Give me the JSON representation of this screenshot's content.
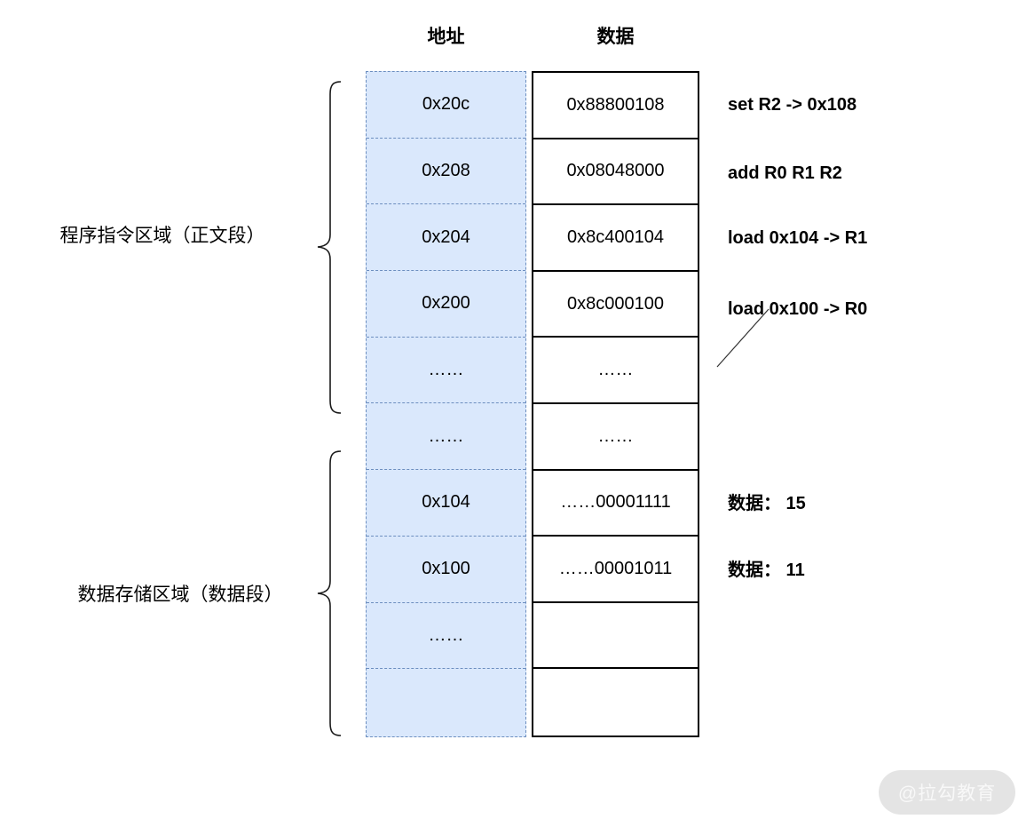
{
  "header": {
    "address": "地址",
    "data": "数据"
  },
  "memory_table": {
    "rows": [
      {
        "address": "0x20c",
        "data": "0x88800108"
      },
      {
        "address": "0x208",
        "data": "0x08048000"
      },
      {
        "address": "0x204",
        "data": "0x8c400104"
      },
      {
        "address": "0x200",
        "data": "0x8c000100"
      },
      {
        "address": "……",
        "data": "……"
      },
      {
        "address": "……",
        "data": "……"
      },
      {
        "address": "0x104",
        "data": "……00001111"
      },
      {
        "address": "0x100",
        "data": "……00001011"
      },
      {
        "address": "……",
        "data": ""
      },
      {
        "address": "",
        "data": ""
      }
    ]
  },
  "section_labels": {
    "text_segment": "程序指令区域（正文段）",
    "data_segment": "数据存储区域（数据段）"
  },
  "annotations": [
    {
      "text": "set R2 -> 0x108"
    },
    {
      "text": "add R0 R1 R2"
    },
    {
      "text": "load 0x104 -> R1"
    },
    {
      "text": "load 0x100 -> R0"
    },
    {
      "text": "数据： 15"
    },
    {
      "text": "数据： 11"
    }
  ],
  "watermark": {
    "text": "@拉勾教育"
  },
  "colors": {
    "address_fill": "#dae8fc",
    "address_border": "#6c8ebf",
    "data_border": "#000000",
    "text": "#000000",
    "watermark_bg": "#e4e4e4",
    "watermark_text": "#f8f8f8"
  }
}
